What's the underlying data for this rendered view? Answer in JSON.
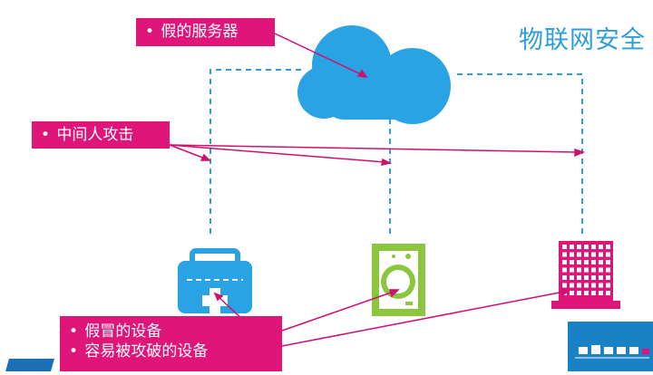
{
  "title": "物联网安全",
  "labels": {
    "fake_server": "假的服务器",
    "mitm": "中间人攻击",
    "devices": [
      "假冒的设备",
      "容易被攻破的设备"
    ]
  },
  "bullet": "•",
  "icons": {
    "cloud": "cloud-icon",
    "medical_kit": "medical-kit-icon",
    "washing_machine": "washing-machine-icon",
    "building": "building-icon"
  },
  "colors": {
    "accent_blue": "#2e9fd6",
    "accent_magenta": "#e0157a",
    "device_green": "#8cc63f"
  }
}
